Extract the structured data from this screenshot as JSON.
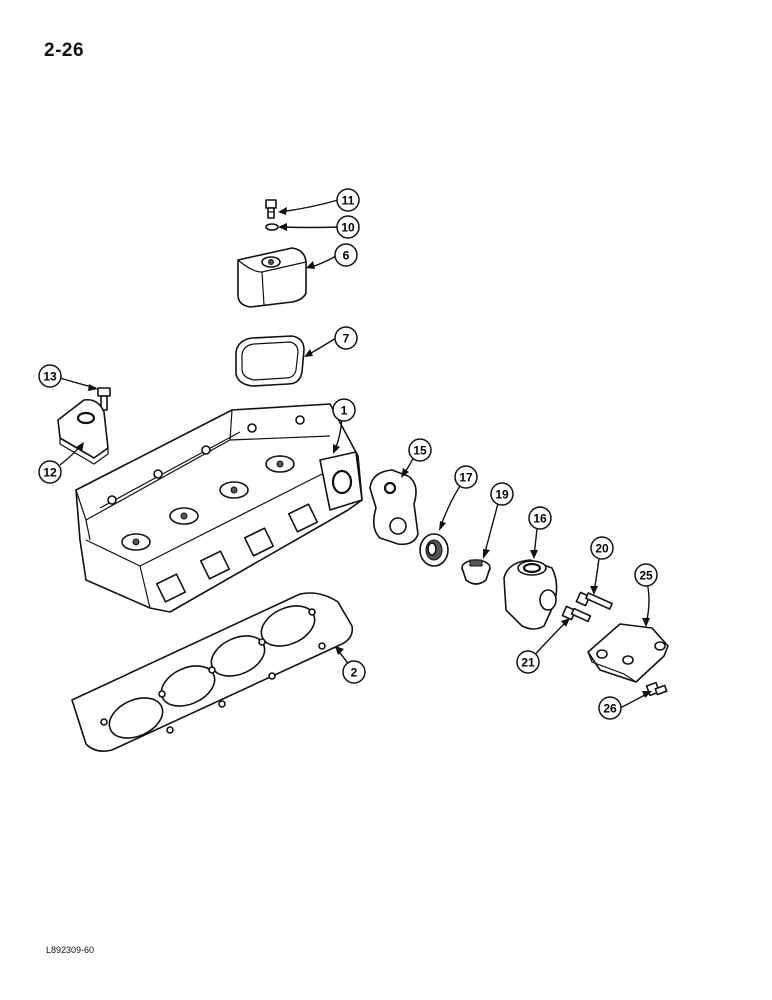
{
  "page": {
    "page_number": "2-26",
    "figure_code": "L892309-60"
  },
  "callouts": [
    {
      "number": "11",
      "part": "bolt"
    },
    {
      "number": "10",
      "part": "washer"
    },
    {
      "number": "6",
      "part": "thermostat-housing-cap"
    },
    {
      "number": "7",
      "part": "gasket"
    },
    {
      "number": "13",
      "part": "bolt"
    },
    {
      "number": "12",
      "part": "lifting-eye-bracket"
    },
    {
      "number": "1",
      "part": "cylinder-head"
    },
    {
      "number": "15",
      "part": "gasket"
    },
    {
      "number": "17",
      "part": "seal"
    },
    {
      "number": "19",
      "part": "thermostat"
    },
    {
      "number": "16",
      "part": "water-outlet-housing"
    },
    {
      "number": "20",
      "part": "bolt"
    },
    {
      "number": "25",
      "part": "bracket"
    },
    {
      "number": "21",
      "part": "bolt"
    },
    {
      "number": "2",
      "part": "head-gasket"
    },
    {
      "number": "26",
      "part": "bolt"
    }
  ]
}
